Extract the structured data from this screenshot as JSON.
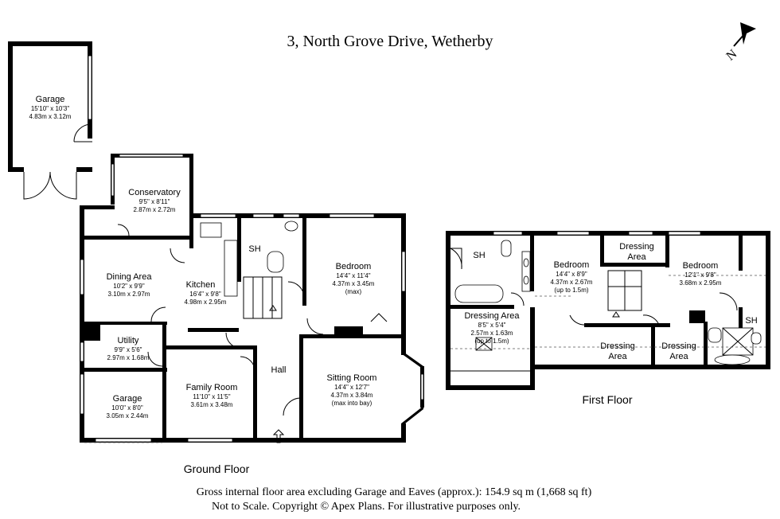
{
  "title": "3, North Grove Drive, Wetherby",
  "compass": {
    "label": "N",
    "icon": "north-arrow-icon"
  },
  "floors": {
    "ground": "Ground Floor",
    "first": "First Floor"
  },
  "rooms": {
    "garage_detached": {
      "name": "Garage",
      "imperial": "15'10\" x 10'3\"",
      "metric": "4.83m x 3.12m"
    },
    "conservatory": {
      "name": "Conservatory",
      "imperial": "9'5\" x 8'11\"",
      "metric": "2.87m x 2.72m"
    },
    "dining": {
      "name": "Dining Area",
      "imperial": "10'2\" x 9'9\"",
      "metric": "3.10m x 2.97m"
    },
    "kitchen": {
      "name": "Kitchen",
      "imperial": "16'4\" x 9'8\"",
      "metric": "4.98m x 2.95m"
    },
    "utility": {
      "name": "Utility",
      "imperial": "9'9\" x 5'6\"",
      "metric": "2.97m x 1.68m"
    },
    "garage_integral": {
      "name": "Garage",
      "imperial": "10'0\" x 8'0\"",
      "metric": "3.05m x 2.44m"
    },
    "family": {
      "name": "Family Room",
      "imperial": "11'10\" x 11'5\"",
      "metric": "3.61m x 3.48m"
    },
    "hall": {
      "name": "Hall"
    },
    "sh_ground": {
      "name": "SH"
    },
    "bedroom_ground": {
      "name": "Bedroom",
      "imperial": "14'4\" x 11'4\"",
      "metric": "4.37m x 3.45m",
      "note": "(max)"
    },
    "sitting": {
      "name": "Sitting Room",
      "imperial": "14'4\" x 12'7\"",
      "metric": "4.37m x 3.84m",
      "note": "(max into bay)"
    },
    "sh_first_left": {
      "name": "SH"
    },
    "dressing_left": {
      "name": "Dressing Area",
      "imperial": "8'5\" x 5'4\"",
      "metric": "2.57m x 1.63m",
      "note": "(up to 1.5m)"
    },
    "bedroom_first_1": {
      "name": "Bedroom",
      "imperial": "14'4\" x 8'9\"",
      "metric": "4.37m x 2.67m",
      "note": "(up to 1.5m)"
    },
    "dressing_top": {
      "name": "Dressing",
      "name2": "Area"
    },
    "bedroom_first_2": {
      "name": "Bedroom",
      "imperial": "12'1\" x 9'8\"",
      "metric": "3.68m x 2.95m"
    },
    "sh_first_right": {
      "name": "SH"
    },
    "dressing_mid": {
      "name": "Dressing",
      "name2": "Area"
    },
    "dressing_right": {
      "name": "Dressing",
      "name2": "Area"
    }
  },
  "footer": {
    "line1": "Gross internal floor area excluding Garage and Eaves (approx.): 154.9 sq m (1,668 sq ft)",
    "line2": "Not to Scale. Copyright © Apex Plans. For illustrative purposes only."
  }
}
